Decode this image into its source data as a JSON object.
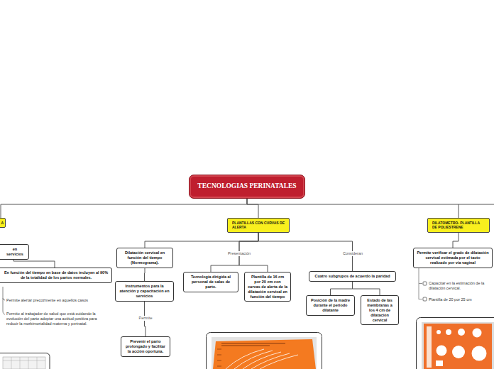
{
  "diagram": {
    "nodes": [
      {
        "text": [
          "TECNOLOGIAS PERINATALES"
        ]
      },
      {
        "text": [
          "A"
        ]
      },
      {
        "text": [
          "PLANTILLAS CON CURVAS DE ALERTA"
        ]
      },
      {
        "text": [
          "DILATOMETRO- PLANTILLA DE POLIESTRENE"
        ]
      },
      {
        "text": [
          "en servicios"
        ]
      },
      {
        "text": [
          "Dilatación cervical en función del tiempo (Normograma)."
        ]
      },
      {
        "text": [
          "Permite verificar el grado de dilatación cervical estimada por el tacto realizado por vía vaginal"
        ]
      },
      {
        "text": [
          "En función del tiempo en base de datos incluyen al 90% de la totalidad de los partos normales."
        ]
      },
      {
        "text": [
          "Tecnología dirigida al personal de salas de parto."
        ]
      },
      {
        "text": [
          "Plantilla de 16 cm por 20 cm con curvas de alerta de la dilatación cervical en función del tiempo"
        ]
      },
      {
        "text": [
          "Cuatro subgrupos de acuerdo la paridad"
        ]
      },
      {
        "text": [
          "Instrumentos para la atención y capacitación en servicios"
        ]
      },
      {
        "text": [
          "Posición de la madre durante el periodo dilatante"
        ]
      },
      {
        "text": [
          "Estado de las membranas a los 4 cm de dilatación cervical"
        ]
      },
      {
        "text": [
          "Prevenir el parto prolongado y facilitar la acción oportuna."
        ]
      }
    ],
    "edges": [
      {
        "from": 0,
        "to": 1,
        "arrow": "none"
      },
      {
        "from": 0,
        "to": 2,
        "arrow": "none"
      },
      {
        "from": 0,
        "to": 3,
        "arrow": "none"
      },
      {
        "from": 2,
        "to": 5,
        "arrow": "none"
      },
      {
        "from": 2,
        "to": 8,
        "arrow": "none"
      },
      {
        "from": 2,
        "to": 9,
        "arrow": "none"
      },
      {
        "from": 2,
        "to": 10,
        "arrow": "none"
      },
      {
        "from": 3,
        "to": 6,
        "arrow": "none"
      },
      {
        "from": 4,
        "to": 7,
        "arrow": "none"
      },
      {
        "from": 5,
        "to": 11,
        "arrow": "none"
      },
      {
        "from": 11,
        "to": 14,
        "arrow": "none"
      },
      {
        "from": 10,
        "to": 12,
        "arrow": "none"
      },
      {
        "from": 10,
        "to": 13,
        "arrow": "none"
      }
    ],
    "labels": [
      "Permite alertar precozmente en aquellos casos",
      "Permite al trabajador de salud que está cuidando la evolución del parto adoptar una actitud positiva para reducir la morbimortalidad materna y perinatal.",
      "Presentación",
      "Consideran",
      "Permite",
      "Capacitar en la estimación de la dilatación cervical.",
      "Plantilla de 20 por 25 cm"
    ]
  }
}
